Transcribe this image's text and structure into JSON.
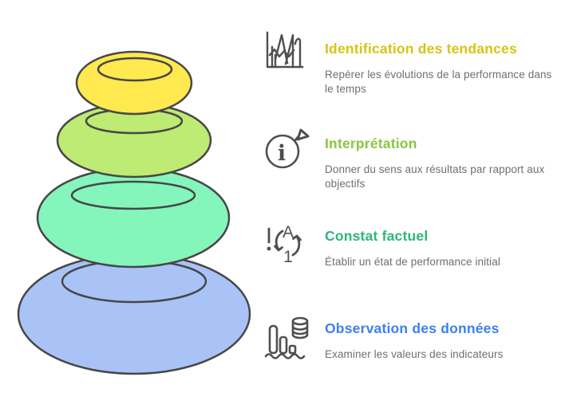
{
  "background": "#ffffff",
  "stack": {
    "outline_color": "#474747",
    "pebbles": [
      {
        "name": "identification",
        "color": "#FFE94E"
      },
      {
        "name": "interpretation",
        "color": "#BDEB73"
      },
      {
        "name": "constat",
        "color": "#84F6BB"
      },
      {
        "name": "observation",
        "color": "#A9C3F7"
      }
    ]
  },
  "icons": {
    "color": "#4F4F4F"
  },
  "text": {
    "subtitle_color": "#6F6F6F"
  },
  "sections": [
    {
      "icon": "trend-lines-chart-icon",
      "title": "Identification des tendances",
      "title_color": "#D7C414",
      "subtitle": "Repérer les évolutions de la performance dans le temps"
    },
    {
      "icon": "info-circle-arrow-icon",
      "title": "Interprétation",
      "title_color": "#8CC43F",
      "subtitle": "Donner du sens aux résultats par rapport aux objectifs"
    },
    {
      "icon": "a-to-1-cycle-icon",
      "title": "Constat factuel",
      "title_color": "#2EB67D",
      "subtitle": "Établir un état de performance initial"
    },
    {
      "icon": "bars-database-wave-icon",
      "title": "Observation des données",
      "title_color": "#3E7FF2",
      "subtitle": "Examiner les valeurs des indicateurs"
    }
  ]
}
